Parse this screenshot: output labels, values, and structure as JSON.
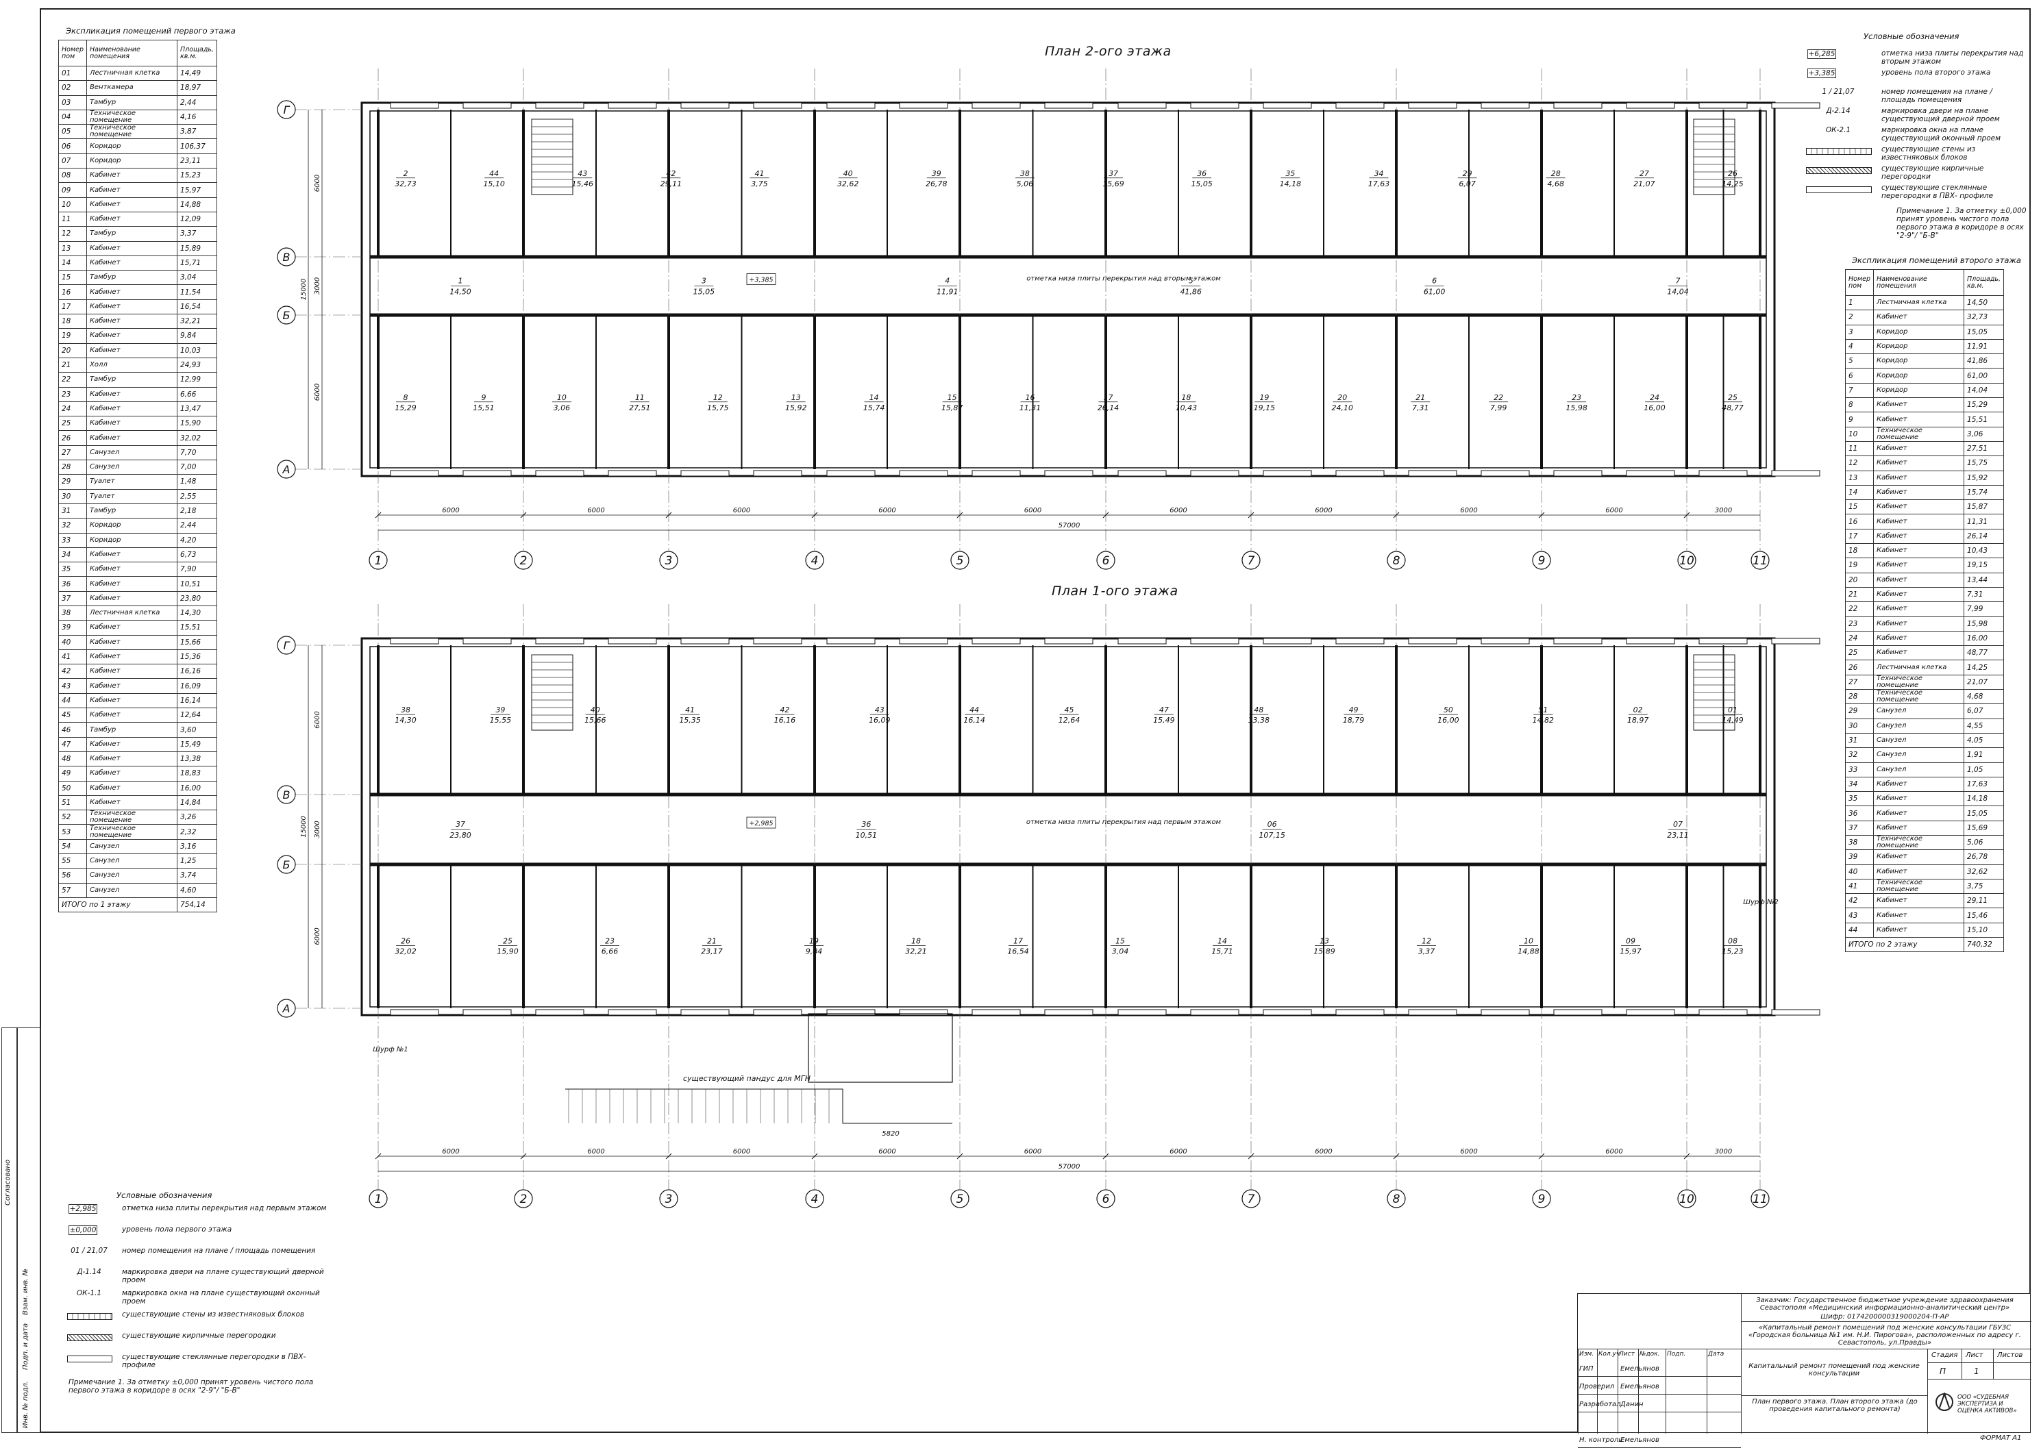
{
  "sheet": {
    "format": "ФОРМАТ А1",
    "side_labels": [
      "Согласовано",
      "Взам. инв. №",
      "Подп. и дата",
      "Инв. № подл."
    ]
  },
  "schedule_floor1": {
    "title": "Экспликация помещений первого этажа",
    "headers": [
      "Номер пом",
      "Наименование помещения",
      "Площадь, кв.м."
    ],
    "rows": [
      [
        "01",
        "Лестничная клетка",
        "14,49"
      ],
      [
        "02",
        "Венткамера",
        "18,97"
      ],
      [
        "03",
        "Тамбур",
        "2,44"
      ],
      [
        "04",
        "Техническое помещение",
        "4,16"
      ],
      [
        "05",
        "Техническое помещение",
        "3,87"
      ],
      [
        "06",
        "Коридор",
        "106,37"
      ],
      [
        "07",
        "Коридор",
        "23,11"
      ],
      [
        "08",
        "Кабинет",
        "15,23"
      ],
      [
        "09",
        "Кабинет",
        "15,97"
      ],
      [
        "10",
        "Кабинет",
        "14,88"
      ],
      [
        "11",
        "Кабинет",
        "12,09"
      ],
      [
        "12",
        "Тамбур",
        "3,37"
      ],
      [
        "13",
        "Кабинет",
        "15,89"
      ],
      [
        "14",
        "Кабинет",
        "15,71"
      ],
      [
        "15",
        "Тамбур",
        "3,04"
      ],
      [
        "16",
        "Кабинет",
        "11,54"
      ],
      [
        "17",
        "Кабинет",
        "16,54"
      ],
      [
        "18",
        "Кабинет",
        "32,21"
      ],
      [
        "19",
        "Кабинет",
        "9,84"
      ],
      [
        "20",
        "Кабинет",
        "10,03"
      ],
      [
        "21",
        "Холл",
        "24,93"
      ],
      [
        "22",
        "Тамбур",
        "12,99"
      ],
      [
        "23",
        "Кабинет",
        "6,66"
      ],
      [
        "24",
        "Кабинет",
        "13,47"
      ],
      [
        "25",
        "Кабинет",
        "15,90"
      ],
      [
        "26",
        "Кабинет",
        "32,02"
      ],
      [
        "27",
        "Санузел",
        "7,70"
      ],
      [
        "28",
        "Санузел",
        "7,00"
      ],
      [
        "29",
        "Туалет",
        "1,48"
      ],
      [
        "30",
        "Туалет",
        "2,55"
      ],
      [
        "31",
        "Тамбур",
        "2,18"
      ],
      [
        "32",
        "Коридор",
        "2,44"
      ],
      [
        "33",
        "Коридор",
        "4,20"
      ],
      [
        "34",
        "Кабинет",
        "6,73"
      ],
      [
        "35",
        "Кабинет",
        "7,90"
      ],
      [
        "36",
        "Кабинет",
        "10,51"
      ],
      [
        "37",
        "Кабинет",
        "23,80"
      ],
      [
        "38",
        "Лестничная клетка",
        "14,30"
      ],
      [
        "39",
        "Кабинет",
        "15,51"
      ],
      [
        "40",
        "Кабинет",
        "15,66"
      ],
      [
        "41",
        "Кабинет",
        "15,36"
      ],
      [
        "42",
        "Кабинет",
        "16,16"
      ],
      [
        "43",
        "Кабинет",
        "16,09"
      ],
      [
        "44",
        "Кабинет",
        "16,14"
      ],
      [
        "45",
        "Кабинет",
        "12,64"
      ],
      [
        "46",
        "Тамбур",
        "3,60"
      ],
      [
        "47",
        "Кабинет",
        "15,49"
      ],
      [
        "48",
        "Кабинет",
        "13,38"
      ],
      [
        "49",
        "Кабинет",
        "18,83"
      ],
      [
        "50",
        "Кабинет",
        "16,00"
      ],
      [
        "51",
        "Кабинет",
        "14,84"
      ],
      [
        "52",
        "Техническое помещение",
        "3,26"
      ],
      [
        "53",
        "Техническое помещение",
        "2,32"
      ],
      [
        "54",
        "Санузел",
        "3,16"
      ],
      [
        "55",
        "Санузел",
        "1,25"
      ],
      [
        "56",
        "Санузел",
        "3,74"
      ],
      [
        "57",
        "Санузел",
        "4,60"
      ]
    ],
    "total_label": "ИТОГО по 1 этажу",
    "total_value": "754,14"
  },
  "schedule_floor2": {
    "title": "Экспликация помещений второго этажа",
    "headers": [
      "Номер пом",
      "Наименование помещения",
      "Площадь, кв.м."
    ],
    "rows": [
      [
        "1",
        "Лестничная клетка",
        "14,50"
      ],
      [
        "2",
        "Кабинет",
        "32,73"
      ],
      [
        "3",
        "Коридор",
        "15,05"
      ],
      [
        "4",
        "Коридор",
        "11,91"
      ],
      [
        "5",
        "Коридор",
        "41,86"
      ],
      [
        "6",
        "Коридор",
        "61,00"
      ],
      [
        "7",
        "Коридор",
        "14,04"
      ],
      [
        "8",
        "Кабинет",
        "15,29"
      ],
      [
        "9",
        "Кабинет",
        "15,51"
      ],
      [
        "10",
        "Техническое помещение",
        "3,06"
      ],
      [
        "11",
        "Кабинет",
        "27,51"
      ],
      [
        "12",
        "Кабинет",
        "15,75"
      ],
      [
        "13",
        "Кабинет",
        "15,92"
      ],
      [
        "14",
        "Кабинет",
        "15,74"
      ],
      [
        "15",
        "Кабинет",
        "15,87"
      ],
      [
        "16",
        "Кабинет",
        "11,31"
      ],
      [
        "17",
        "Кабинет",
        "26,14"
      ],
      [
        "18",
        "Кабинет",
        "10,43"
      ],
      [
        "19",
        "Кабинет",
        "19,15"
      ],
      [
        "20",
        "Кабинет",
        "13,44"
      ],
      [
        "21",
        "Кабинет",
        "7,31"
      ],
      [
        "22",
        "Кабинет",
        "7,99"
      ],
      [
        "23",
        "Кабинет",
        "15,98"
      ],
      [
        "24",
        "Кабинет",
        "16,00"
      ],
      [
        "25",
        "Кабинет",
        "48,77"
      ],
      [
        "26",
        "Лестничная клетка",
        "14,25"
      ],
      [
        "27",
        "Техническое помещение",
        "21,07"
      ],
      [
        "28",
        "Техническое помещение",
        "4,68"
      ],
      [
        "29",
        "Санузел",
        "6,07"
      ],
      [
        "30",
        "Санузел",
        "4,55"
      ],
      [
        "31",
        "Санузел",
        "4,05"
      ],
      [
        "32",
        "Санузел",
        "1,91"
      ],
      [
        "33",
        "Санузел",
        "1,05"
      ],
      [
        "34",
        "Кабинет",
        "17,63"
      ],
      [
        "35",
        "Кабинет",
        "14,18"
      ],
      [
        "36",
        "Кабинет",
        "15,05"
      ],
      [
        "37",
        "Кабинет",
        "15,69"
      ],
      [
        "38",
        "Техническое помещение",
        "5,06"
      ],
      [
        "39",
        "Кабинет",
        "26,78"
      ],
      [
        "40",
        "Кабинет",
        "32,62"
      ],
      [
        "41",
        "Техническое помещение",
        "3,75"
      ],
      [
        "42",
        "Кабинет",
        "29,11"
      ],
      [
        "43",
        "Кабинет",
        "15,46"
      ],
      [
        "44",
        "Кабинет",
        "15,10"
      ]
    ],
    "total_label": "ИТОГО по 2 этажу",
    "total_value": "740,32"
  },
  "plan2": {
    "title": "План 2-ого этажа",
    "overall_dim": "57000",
    "span_dims": [
      "6000",
      "6000",
      "6000",
      "6000",
      "6000",
      "6000",
      "6000",
      "6000",
      "6000",
      "3000"
    ],
    "left_dims": [
      "6000",
      "3000",
      "6000"
    ],
    "total_height_dim": "15000",
    "axes_x": [
      "1",
      "2",
      "3",
      "4",
      "5",
      "6",
      "7",
      "8",
      "9",
      "10",
      "11"
    ],
    "axes_y": [
      "Г",
      "В",
      "Б",
      "А"
    ],
    "note_over_corridor": "отметка низа плиты перекрытия над вторым этажом",
    "level_tag": "+3,385",
    "rooms_top": [
      {
        "n": "2",
        "a": "32,73"
      },
      {
        "n": "44",
        "a": "15,10"
      },
      {
        "n": "43",
        "a": "15,46"
      },
      {
        "n": "42",
        "a": "29,11"
      },
      {
        "n": "41",
        "a": "3,75"
      },
      {
        "n": "40",
        "a": "32,62"
      },
      {
        "n": "39",
        "a": "26,78"
      },
      {
        "n": "38",
        "a": "5,06"
      },
      {
        "n": "37",
        "a": "15,69"
      },
      {
        "n": "36",
        "a": "15,05"
      },
      {
        "n": "35",
        "a": "14,18"
      },
      {
        "n": "34",
        "a": "17,63"
      },
      {
        "n": "29",
        "a": "6,07"
      },
      {
        "n": "28",
        "a": "4,68"
      },
      {
        "n": "27",
        "a": "21,07"
      },
      {
        "n": "26",
        "a": "14,25"
      }
    ],
    "rooms_corridor": [
      {
        "n": "1",
        "a": "14,50"
      },
      {
        "n": "3",
        "a": "15,05"
      },
      {
        "n": "4",
        "a": "11,91"
      },
      {
        "n": "5",
        "a": "41,86"
      },
      {
        "n": "6",
        "a": "61,00"
      },
      {
        "n": "7",
        "a": "14,04"
      }
    ],
    "rooms_bottom": [
      {
        "n": "8",
        "a": "15,29"
      },
      {
        "n": "9",
        "a": "15,51"
      },
      {
        "n": "10",
        "a": "3,06"
      },
      {
        "n": "11",
        "a": "27,51"
      },
      {
        "n": "12",
        "a": "15,75"
      },
      {
        "n": "13",
        "a": "15,92"
      },
      {
        "n": "14",
        "a": "15,74"
      },
      {
        "n": "15",
        "a": "15,87"
      },
      {
        "n": "16",
        "a": "11,31"
      },
      {
        "n": "17",
        "a": "26,14"
      },
      {
        "n": "18",
        "a": "10,43"
      },
      {
        "n": "19",
        "a": "19,15"
      },
      {
        "n": "20",
        "a": "24,10"
      },
      {
        "n": "21",
        "a": "7,31"
      },
      {
        "n": "22",
        "a": "7,99"
      },
      {
        "n": "23",
        "a": "15,98"
      },
      {
        "n": "24",
        "a": "16,00"
      },
      {
        "n": "25",
        "a": "48,77"
      }
    ]
  },
  "plan1": {
    "title": "План 1-ого этажа",
    "overall_dim": "57000",
    "span_dims": [
      "6000",
      "6000",
      "6000",
      "6000",
      "6000",
      "6000",
      "6000",
      "6000",
      "6000",
      "3000"
    ],
    "left_dims": [
      "6000",
      "3000",
      "6000"
    ],
    "total_height_dim": "15000",
    "axes_x": [
      "1",
      "2",
      "3",
      "4",
      "5",
      "6",
      "7",
      "8",
      "9",
      "10",
      "11"
    ],
    "axes_y": [
      "Г",
      "В",
      "Б",
      "А"
    ],
    "note_over_corridor": "отметка низа плиты перекрытия над первым этажом",
    "level_tag": "+2,985",
    "ramp_label": "существующий пандус для МГН",
    "ramp_dim": "5820",
    "shaft1": "Шурф №1",
    "shaft2": "Шурф №2",
    "rooms_top": [
      {
        "n": "38",
        "a": "14,30"
      },
      {
        "n": "39",
        "a": "15,55"
      },
      {
        "n": "40",
        "a": "15,66"
      },
      {
        "n": "41",
        "a": "15,35"
      },
      {
        "n": "42",
        "a": "16,16"
      },
      {
        "n": "43",
        "a": "16,09"
      },
      {
        "n": "44",
        "a": "16,14"
      },
      {
        "n": "45",
        "a": "12,64"
      },
      {
        "n": "47",
        "a": "15,49"
      },
      {
        "n": "48",
        "a": "13,38"
      },
      {
        "n": "49",
        "a": "18,79"
      },
      {
        "n": "50",
        "a": "16,00"
      },
      {
        "n": "51",
        "a": "14,82"
      },
      {
        "n": "02",
        "a": "18,97"
      },
      {
        "n": "01",
        "a": "14,49"
      }
    ],
    "rooms_corridor": [
      {
        "n": "37",
        "a": "23,80"
      },
      {
        "n": "36",
        "a": "10,51"
      },
      {
        "n": "06",
        "a": "107,15"
      },
      {
        "n": "07",
        "a": "23,11"
      }
    ],
    "rooms_bottom": [
      {
        "n": "26",
        "a": "32,02"
      },
      {
        "n": "25",
        "a": "15,90"
      },
      {
        "n": "23",
        "a": "6,66"
      },
      {
        "n": "21",
        "a": "23,17"
      },
      {
        "n": "19",
        "a": "9,84"
      },
      {
        "n": "18",
        "a": "32,21"
      },
      {
        "n": "17",
        "a": "16,54"
      },
      {
        "n": "15",
        "a": "3,04"
      },
      {
        "n": "14",
        "a": "15,71"
      },
      {
        "n": "13",
        "a": "15,89"
      },
      {
        "n": "12",
        "a": "3,37"
      },
      {
        "n": "10",
        "a": "14,88"
      },
      {
        "n": "09",
        "a": "15,97"
      },
      {
        "n": "08",
        "a": "15,23"
      }
    ]
  },
  "legend2": {
    "title": "Условные обозначения",
    "items": [
      {
        "sym": "+6,285",
        "text": "отметка низа плиты перекрытия над вторым этажом"
      },
      {
        "sym": "+3,385",
        "text": "уровень пола второго этажа"
      },
      {
        "sym": "1 / 21,07",
        "text": "номер помещения на плане / площадь помещения"
      },
      {
        "sym": "Д-2.14",
        "text": "маркировка двери на плане существующий дверной проем"
      },
      {
        "sym": "ОК-2.1",
        "text": "маркировка окна на плане существующий оконный проем"
      },
      {
        "sym": "",
        "text": "существующие стены из известняковых блоков"
      },
      {
        "sym": "",
        "text": "существующие кирпичные перегородки"
      },
      {
        "sym": "",
        "text": "существующие стеклянные перегородки в ПВХ- профиле"
      }
    ],
    "note": "Примечание 1. За отметку ±0,000 принят уровень чистого пола первого этажа в коридоре в осях \"2-9\"/ \"Б-В\""
  },
  "legend1": {
    "title": "Условные обозначения",
    "items": [
      {
        "sym": "+2,985",
        "text": "отметка низа плиты перекрытия над первым этажом"
      },
      {
        "sym": "±0,000",
        "text": "уровень пола первого этажа"
      },
      {
        "sym": "01 / 21,07",
        "text": "номер помещения на плане / площадь помещения"
      },
      {
        "sym": "Д-1.14",
        "text": "маркировка двери на плане существующий дверной проем"
      },
      {
        "sym": "ОК-1.1",
        "text": "маркировка окна на плане существующий оконный проем"
      },
      {
        "sym": "",
        "text": "существующие стены из известняковых блоков"
      },
      {
        "sym": "",
        "text": "существующие кирпичные перегородки"
      },
      {
        "sym": "",
        "text": "существующие стеклянные перегородки в ПВХ- профиле"
      }
    ],
    "note": "Примечание 1. За отметку ±0,000 принят уровень чистого пола первого этажа в коридоре в осях \"2-9\"/ \"Б-В\""
  },
  "title_block": {
    "customer": "Заказчик: Государственное бюджетное учреждение здравоохранения Севастополя «Медицинский информационно-аналитический центр»",
    "code": "Шифр: 0174200000319000204-П-АР",
    "project": "«Капитальный ремонт помещений под женские консультации ГБУЗС «Городская больница №1 им. Н.И. Пирогова», расположенных по адресу г. Севастополь, ул.Правды»",
    "object": "Капитальный ремонт помещений под женские консультации",
    "sheet_name": "План первого этажа. План второго этажа (до проведения капитального ремонта)",
    "col_headers": [
      "Изм.",
      "Кол.уч",
      "Лист",
      "№док.",
      "Подп.",
      "Дата"
    ],
    "roles": [
      [
        "ГИП",
        "Емельянов"
      ],
      [
        "Проверил",
        "Емельянов"
      ],
      [
        "Разработал",
        "Данин"
      ],
      [
        "Н. контроль",
        "Емельянов"
      ]
    ],
    "stage_hdr": "Стадия",
    "sheet_hdr": "Лист",
    "sheets_hdr": "Листов",
    "stage": "П",
    "sheet_no": "1",
    "company": "ООО «СУДЕБНАЯ ЭКСПЕРТИЗА И ОЦЕНКА АКТИВОВ»"
  }
}
